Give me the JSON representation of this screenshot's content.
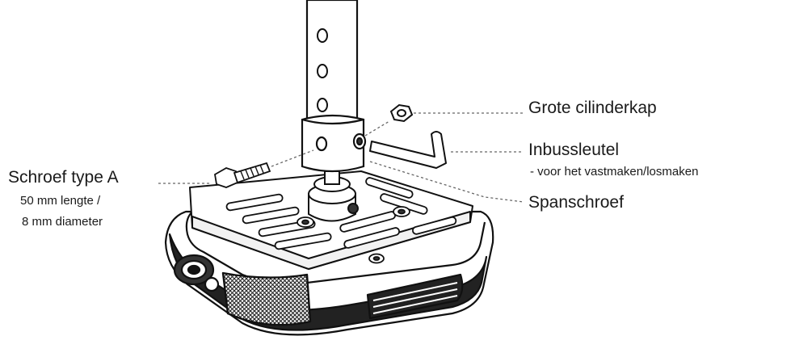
{
  "labels": {
    "grote_cilinderkap": "Grote cilinderkap",
    "inbussleutel": "Inbussleutel",
    "inbussleutel_sub": "- voor het vastmaken/losmaken",
    "spanschroef": "Spanschroef",
    "schroef_title": "Schroef type A",
    "schroef_line1": "50 mm lengte /",
    "schroef_line2": "8 mm diameter"
  }
}
